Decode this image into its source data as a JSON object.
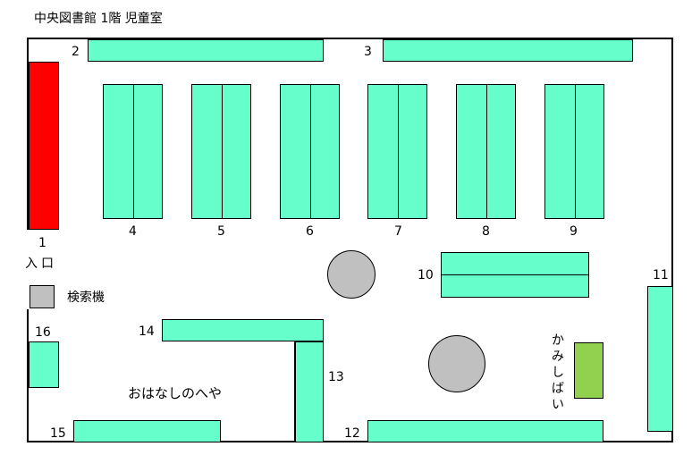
{
  "title": "中央図書館 1階 児童室",
  "entrance": {
    "number": "1",
    "label": "入口"
  },
  "search_terminal": "検索機",
  "story_room": "おはなしのへや",
  "kamishibai": [
    "か",
    "み",
    "し",
    "ば",
    "い"
  ],
  "shelf_numbers": {
    "s2": "2",
    "s3": "3",
    "s4": "4",
    "s5": "5",
    "s6": "6",
    "s7": "7",
    "s8": "8",
    "s9": "9",
    "s10": "10",
    "s11": "11",
    "s12": "12",
    "s13": "13",
    "s14": "14",
    "s15": "15",
    "s16": "16"
  },
  "colors": {
    "shelf": "#66ffcc",
    "entrance": "#ff0000",
    "search_terminal": "#c0c0c0",
    "table": "#c0c0c0",
    "kamishibai": "#92d050"
  }
}
